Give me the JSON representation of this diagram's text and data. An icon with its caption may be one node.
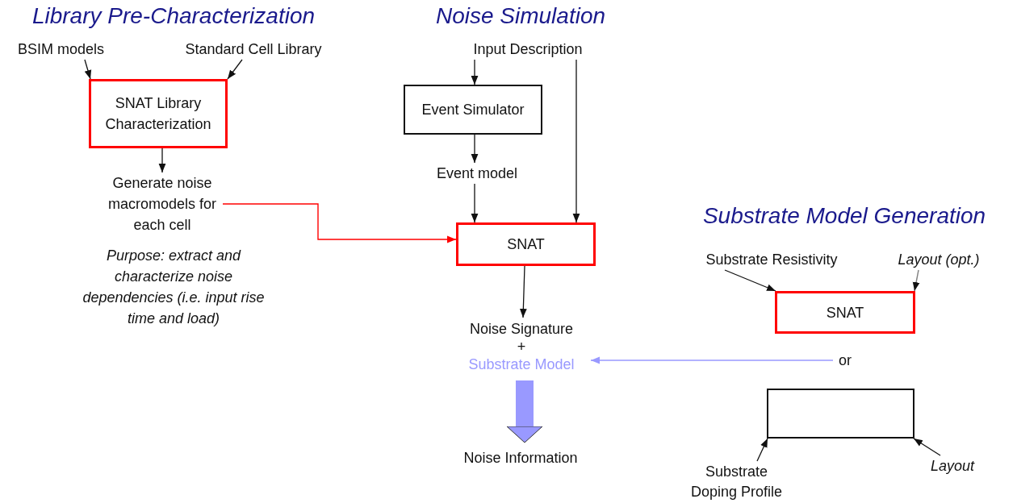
{
  "diagram": {
    "nodes": [
      {
        "text": [
          "BSIM models"
        ]
      },
      {
        "text": [
          "Standard Cell Library"
        ]
      },
      {
        "text": [
          "SNAT Library Characterization"
        ]
      },
      {
        "text": [
          "Generate noise macromodels for each cell"
        ]
      },
      {
        "text": [
          "Input Description"
        ]
      },
      {
        "text": [
          "Event Simulator"
        ]
      },
      {
        "text": [
          "Event model"
        ]
      },
      {
        "text": [
          "SNAT"
        ]
      },
      {
        "text": [
          "Noise Signature",
          "+",
          "Substrate Model"
        ]
      },
      {
        "text": [
          "Noise Information"
        ]
      },
      {
        "text": [
          "Substrate Resistivity"
        ]
      },
      {
        "text": [
          "Layout (opt.)"
        ]
      },
      {
        "text": [
          "SNAT"
        ]
      },
      {
        "text": [
          "or"
        ]
      },
      {
        "text": [],
        "shape": "box"
      },
      {
        "text": [
          "Substrate Doping Profile"
        ]
      },
      {
        "text": [
          "Layout"
        ]
      }
    ],
    "edges": [
      {
        "from": 0,
        "to": 2,
        "arrow": "to"
      },
      {
        "from": 1,
        "to": 2,
        "arrow": "to"
      },
      {
        "from": 2,
        "to": 3,
        "arrow": "to"
      },
      {
        "from": 3,
        "to": 7,
        "arrow": "to",
        "color": "#ff0000"
      },
      {
        "from": 4,
        "to": 5,
        "arrow": "to"
      },
      {
        "from": 5,
        "to": 6,
        "arrow": "to"
      },
      {
        "from": 6,
        "to": 7,
        "arrow": "to"
      },
      {
        "from": 4,
        "to": 7,
        "arrow": "to"
      },
      {
        "from": 7,
        "to": 8,
        "arrow": "to"
      },
      {
        "from": 8,
        "to": 9,
        "arrow": "to",
        "style": "thick",
        "color": "#9999ff"
      },
      {
        "from": 10,
        "to": 12,
        "arrow": "to"
      },
      {
        "from": 11,
        "to": 12,
        "arrow": "to",
        "color": "#808080"
      },
      {
        "from": 13,
        "to": 8,
        "arrow": "to",
        "color": "#9999ff"
      },
      {
        "from": 15,
        "to": 14,
        "arrow": "to"
      },
      {
        "from": 16,
        "to": 14,
        "arrow": "to"
      }
    ],
    "labels": [
      "Library Pre-Characterization",
      "Noise Simulation",
      "Purpose: extract and characterize noise dependencies (i.e. input rise time and load)",
      "Substrate Model Generation"
    ]
  }
}
